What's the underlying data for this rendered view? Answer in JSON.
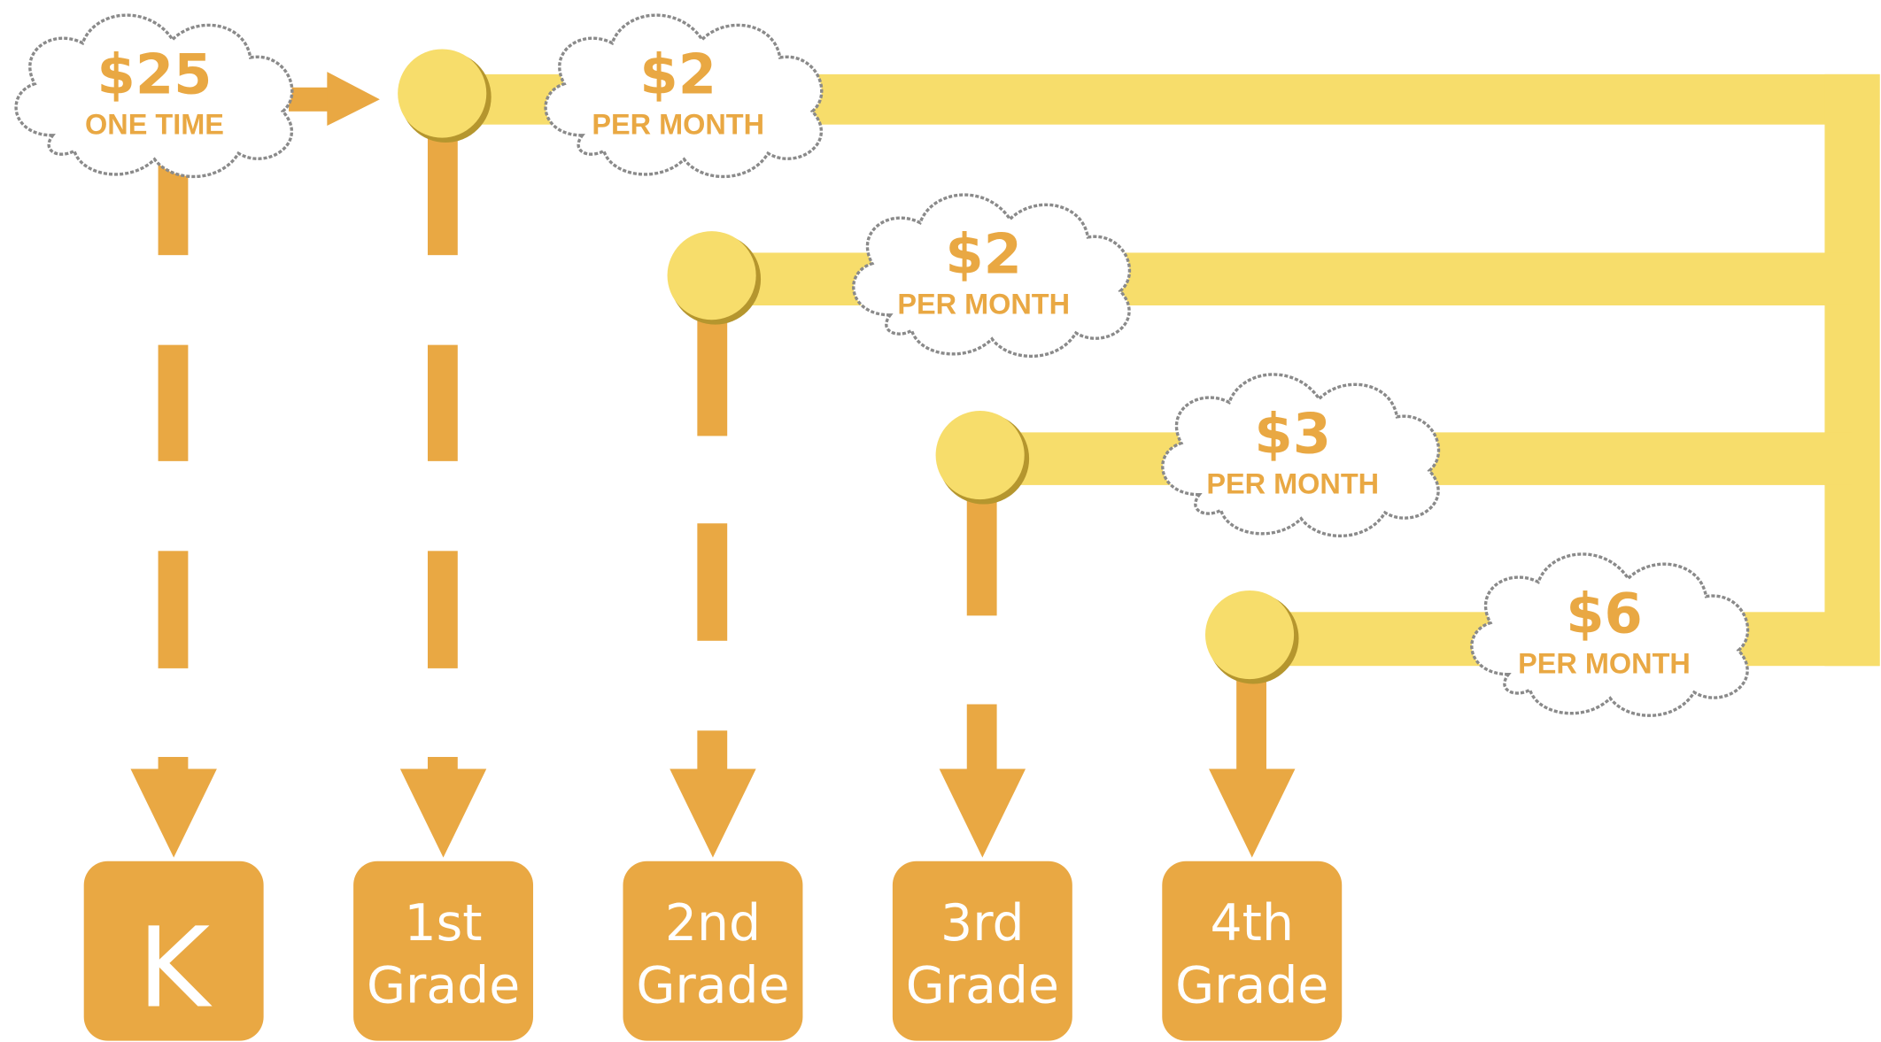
{
  "colors": {
    "track": "#f7dd6b",
    "accent": "#e9a843",
    "cloud_stroke": "#8a8a8a",
    "text_on_box": "#ffffff"
  },
  "clouds": [
    {
      "price": "$25",
      "period": "ONE TIME"
    },
    {
      "price": "$2",
      "period": "PER MONTH"
    },
    {
      "price": "$2",
      "period": "PER MONTH"
    },
    {
      "price": "$3",
      "period": "PER MONTH"
    },
    {
      "price": "$6",
      "period": "PER MONTH"
    }
  ],
  "grades": [
    {
      "line1": "K",
      "line2": ""
    },
    {
      "line1": "1st",
      "line2": "Grade"
    },
    {
      "line1": "2nd",
      "line2": "Grade"
    },
    {
      "line1": "3rd",
      "line2": "Grade"
    },
    {
      "line1": "4th",
      "line2": "Grade"
    }
  ]
}
